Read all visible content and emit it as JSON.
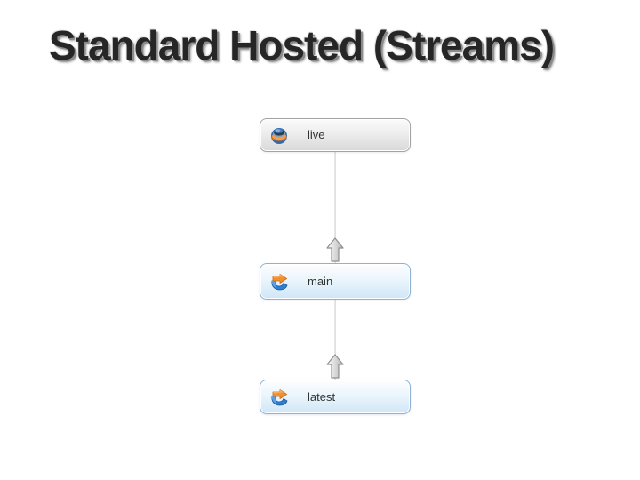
{
  "slide": {
    "title": "Standard Hosted (Streams)",
    "background_color": "#ffffff",
    "title_color": "#262626"
  },
  "diagram": {
    "nodes": [
      {
        "id": "live",
        "label": "live",
        "icon": "globe-sphere-icon",
        "style": "gray"
      },
      {
        "id": "main",
        "label": "main",
        "icon": "stream-branch-icon",
        "style": "blue"
      },
      {
        "id": "latest",
        "label": "latest",
        "icon": "stream-branch-icon",
        "style": "blue"
      }
    ],
    "connectors": [
      {
        "from": "main",
        "to": "live",
        "direction": "up",
        "arrow": "up-arrow"
      },
      {
        "from": "latest",
        "to": "main",
        "direction": "up",
        "arrow": "up-arrow"
      }
    ],
    "colors": {
      "gray_node_border": "#a3a3a3",
      "gray_node_fill_top": "#fbfbfb",
      "gray_node_fill_bottom": "#d8d8d8",
      "blue_node_border": "#8fb2d4",
      "blue_node_fill_top": "#fdfeff",
      "blue_node_fill_bottom": "#cfe6f7",
      "connector_line": "#e0e0e0",
      "arrow_fill_light": "#ffffff",
      "arrow_fill_dark": "#bdbdbd",
      "arrow_stroke": "#8f8f8f",
      "label_color": "#333333",
      "icon_orange": "#f29030",
      "icon_blue": "#2e7ed2",
      "icon_navy": "#2b3d55"
    }
  }
}
